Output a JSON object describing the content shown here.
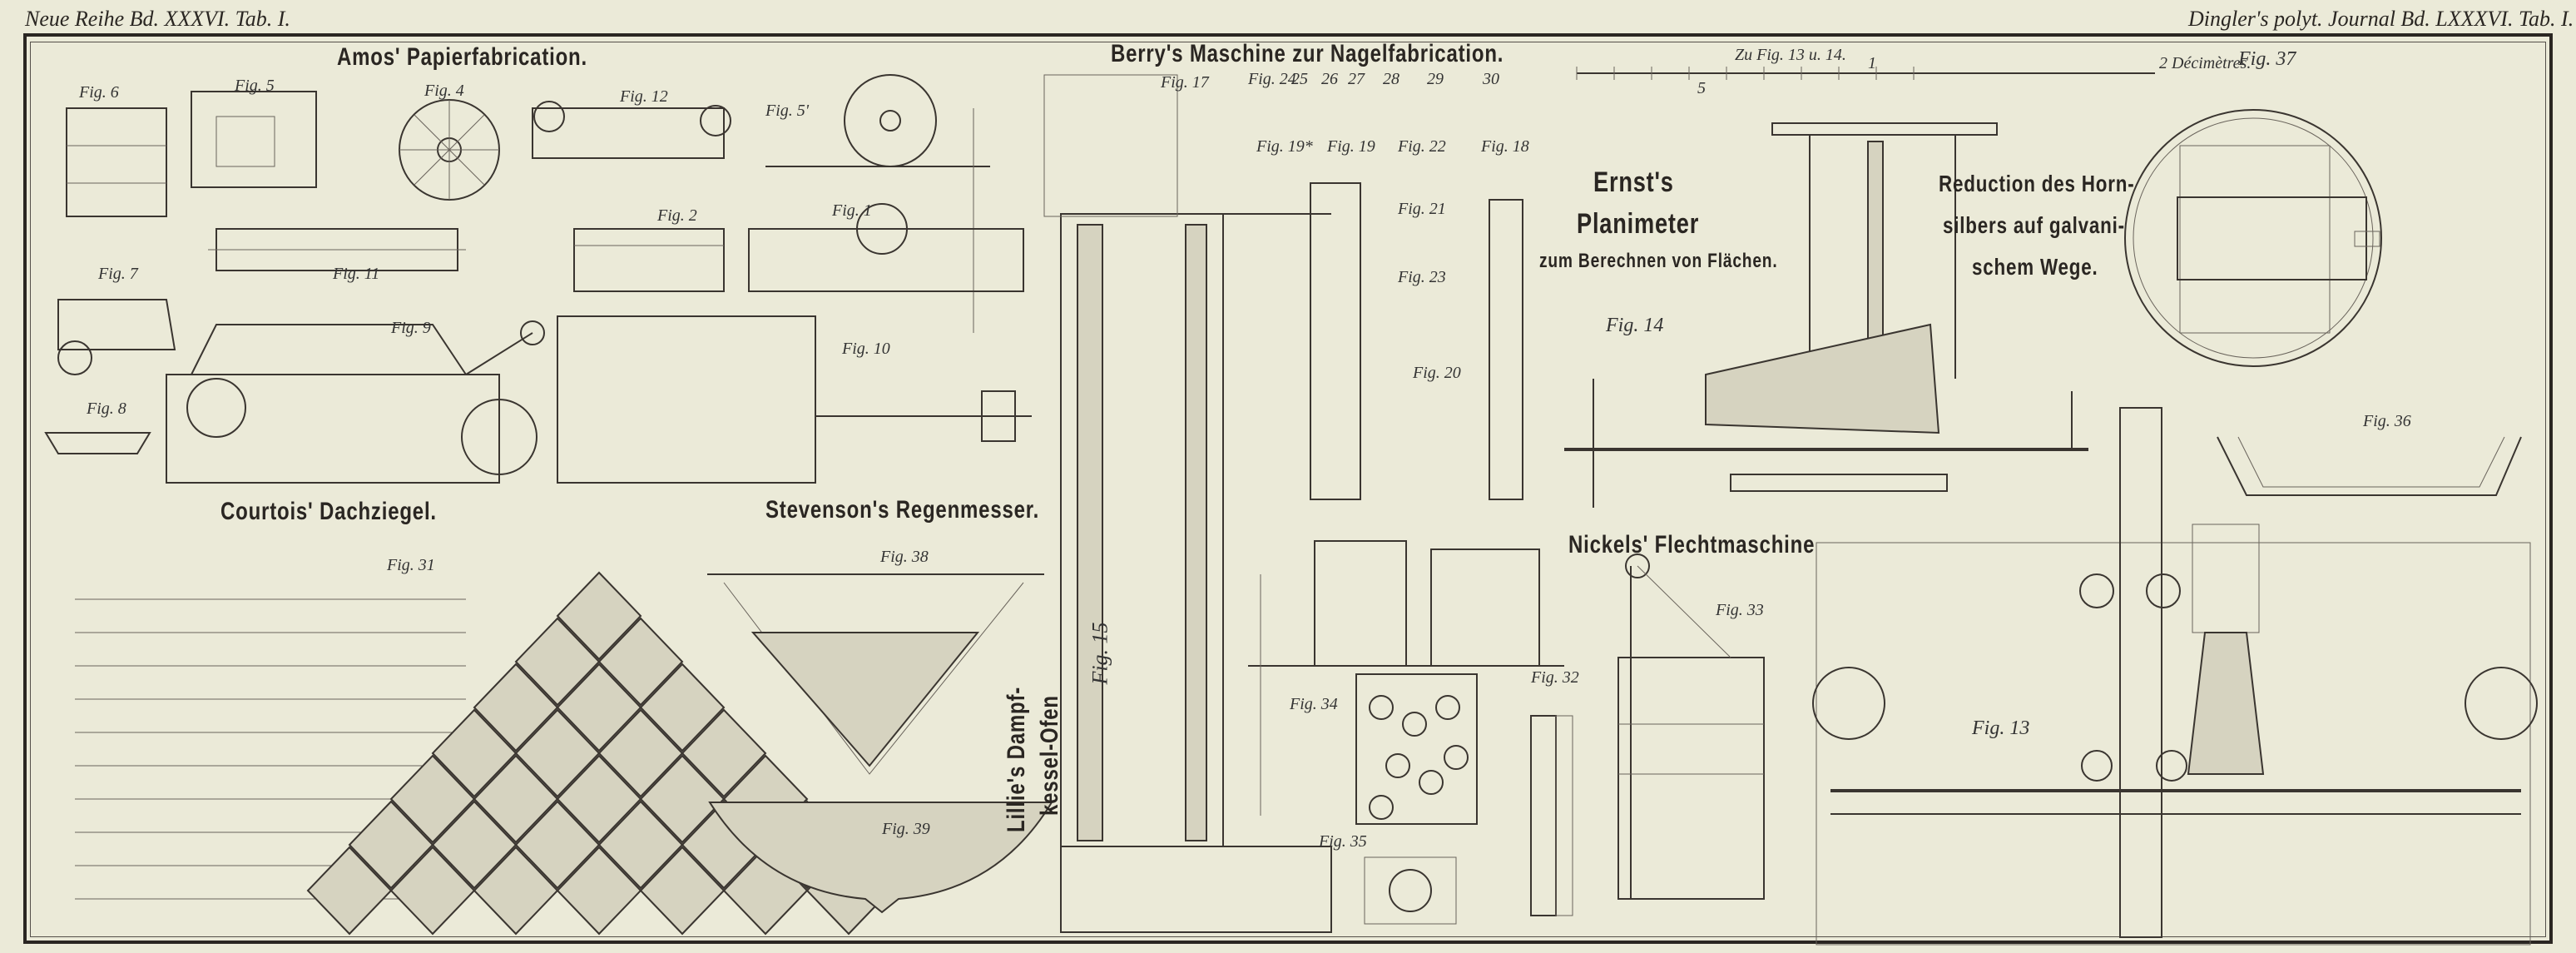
{
  "header": {
    "left": "Neue Reihe Bd. XXXVI. Tab. I.",
    "right": "Dingler's polyt. Journal Bd. LXXXVI. Tab. I."
  },
  "titles": {
    "amos": "Amos' Papierfabrication.",
    "berry": "Berry's Maschine zur Nagelfabrication.",
    "ernst_1": "Ernst's",
    "ernst_2": "Planimeter",
    "ernst_3": "zum Berechnen von Flächen.",
    "reduction_1": "Reduction des Horn-",
    "reduction_2": "silbers auf galvani-",
    "reduction_3": "schem Wege.",
    "courtois": "Courtois' Dachziegel.",
    "stevenson": "Stevenson's Regenmesser.",
    "nickels": "Nickels' Flechtmaschine",
    "lillie_1": "Lillie's Dampf-",
    "lillie_2": "kessel-Ofen"
  },
  "scale": {
    "caption": "Zu Fig. 13 u. 14.",
    "mark_1": "1",
    "mark_5": "5",
    "unit": "2 Décimètres."
  },
  "figures": [
    "Fig. 6",
    "Fig. 5",
    "Fig. 4",
    "Fig. 12",
    "Fig. 5'",
    "Fig. 7",
    "Fig. 11",
    "Fig. 2",
    "Fig. 1",
    "Fig. 9",
    "Fig. 10",
    "Fig. 8",
    "Fig. 31",
    "Fig. 38",
    "Fig. 39",
    "Fig. 15",
    "Fig. 17",
    "Fig. 24",
    "25",
    "26",
    "27",
    "28",
    "29",
    "30",
    "Fig. 19*",
    "Fig. 19",
    "Fig. 22",
    "Fig. 18",
    "Fig. 21",
    "Fig. 23",
    "Fig. 20",
    "Fig. 14",
    "Fig. 37",
    "Fig. 36",
    "Fig. 33",
    "Fig. 32",
    "Fig. 34",
    "Fig. 35",
    "Fig. 13"
  ]
}
